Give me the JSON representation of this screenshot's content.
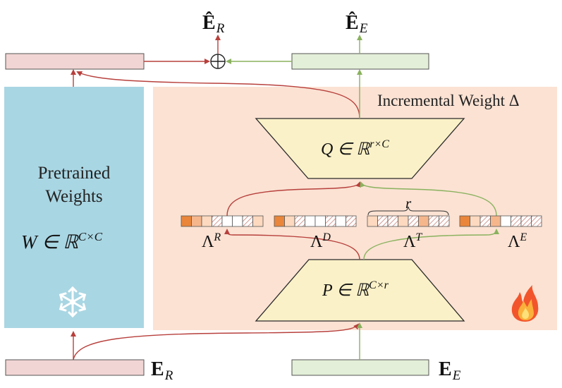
{
  "colors": {
    "pretrained_bg": "#a9d6e3",
    "incremental_bg": "#fbe2d3",
    "trapezoid_fill": "#fbf1c8",
    "trapezoid_stroke": "#2a2a2a",
    "input_r_fill": "#f1d5d4",
    "input_e_fill": "#e3efd8",
    "red_arrow": "#b7403c",
    "green_arrow": "#8ab25e",
    "dark_orange": "#e9863b",
    "light_orange": "#f6b68c",
    "pale_orange": "#fcd9bf",
    "hatch": "#c98078"
  },
  "labels": {
    "output_r_main": "Ê",
    "output_r_sub": "R",
    "output_e_main": "Ê",
    "output_e_sub": "E",
    "input_r_main": "E",
    "input_r_sub": "R",
    "input_e_main": "E",
    "input_e_sub": "E",
    "plus_symbol": "⊕",
    "incremental_title": "Incremental Weight Δ",
    "pretrained_line1": "Pretrained",
    "pretrained_line2": "Weights",
    "w_text": "W ∈ ℝ",
    "w_sup": "C×C",
    "q_text": "Q ∈ ℝ",
    "q_sup": "r×C",
    "p_text": "P ∈ ℝ",
    "p_sup": "C×r",
    "rank_label": "r",
    "lambda_r": "Λ",
    "lambda_r_sup": "R",
    "lambda_d": "Λ",
    "lambda_d_sup": "D",
    "lambda_t": "Λ",
    "lambda_t_sup": "T",
    "lambda_e": "Λ",
    "lambda_e_sup": "E"
  },
  "icons": {
    "frozen": "snowflake-icon",
    "trainable": "fire-icon"
  },
  "masks": {
    "lambda_r": [
      "dark",
      "light",
      "pale",
      "hatch",
      "white",
      "white",
      "hatch",
      "pale"
    ],
    "lambda_d": [
      "dark",
      "pale",
      "hatch",
      "white",
      "white",
      "hatch",
      "white",
      "hatch"
    ],
    "lambda_t": [
      "pale",
      "hatch",
      "hatch",
      "pale",
      "hatch",
      "light",
      "hatch",
      "hatch"
    ],
    "lambda_e": [
      "dark",
      "pale",
      "hatch",
      "light",
      "white",
      "hatch",
      "hatch",
      "hatch"
    ]
  }
}
